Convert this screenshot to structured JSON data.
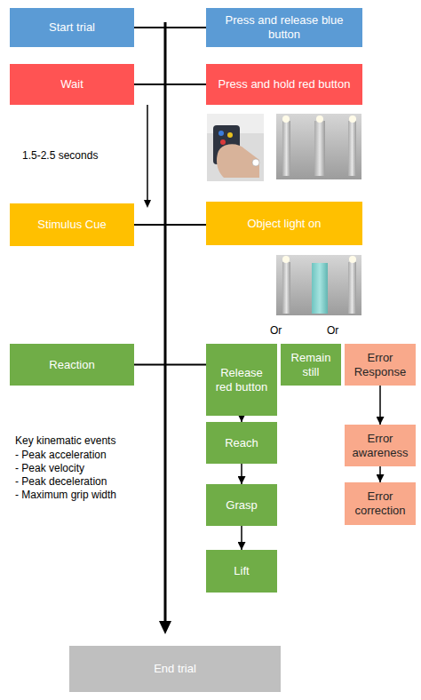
{
  "diagram": {
    "nodes": [
      {
        "text": [
          "Start trial"
        ]
      },
      {
        "text": [
          "Press and release blue button"
        ]
      },
      {
        "text": [
          "Wait"
        ]
      },
      {
        "text": [
          "Press and hold red button"
        ]
      },
      {
        "text": [
          "Stimulus Cue"
        ]
      },
      {
        "text": [
          "Object light on"
        ]
      },
      {
        "text": [
          "Reaction"
        ]
      },
      {
        "text": [
          "Release red button"
        ]
      },
      {
        "text": [
          "Remain still"
        ]
      },
      {
        "text": [
          "Error Response"
        ]
      },
      {
        "text": [
          "Reach"
        ]
      },
      {
        "text": [
          "Error awareness"
        ]
      },
      {
        "text": [
          "Grasp"
        ]
      },
      {
        "text": [
          "Error correction"
        ]
      },
      {
        "text": [
          "Lift"
        ]
      },
      {
        "text": [
          "End trial"
        ]
      }
    ],
    "edges": [
      {
        "from": 0,
        "to": 1,
        "arrow": "none"
      },
      {
        "from": 2,
        "to": 3,
        "arrow": "none"
      },
      {
        "from": 4,
        "to": 5,
        "arrow": "none"
      },
      {
        "from": 6,
        "to": 7,
        "arrow": "none"
      },
      {
        "from": 7,
        "to": 10,
        "arrow": "to"
      },
      {
        "from": 10,
        "to": 12,
        "arrow": "to"
      },
      {
        "from": 12,
        "to": 14,
        "arrow": "to"
      },
      {
        "from": 9,
        "to": 11,
        "arrow": "to"
      },
      {
        "from": 11,
        "to": 13,
        "arrow": "to"
      }
    ],
    "labels": [
      "1.5-2.5 seconds",
      "Or",
      "Or",
      "Key kinematic events",
      "- Peak acceleration",
      "- Peak velocity",
      "- Peak deceleration",
      "- Maximum grip width"
    ]
  }
}
